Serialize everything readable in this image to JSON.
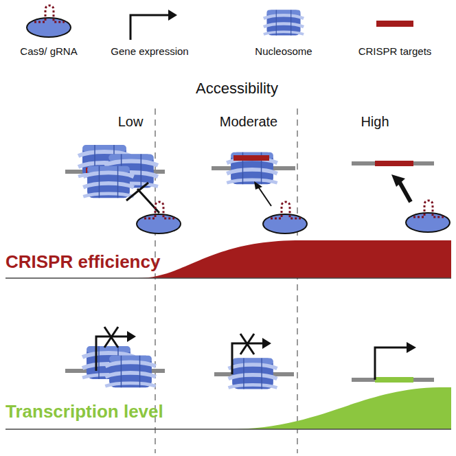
{
  "diagram": {
    "title": "Accessibility",
    "labels": [
      "Low",
      "Moderate",
      "High",
      "CRISPR efficiency",
      "Transcription level"
    ],
    "legend": [
      {
        "text": "Cas9/ gRNA"
      },
      {
        "text": "Gene expression"
      },
      {
        "text": "Nucleosome"
      },
      {
        "text": "CRISPR targets",
        "color": "#a31c1c"
      }
    ]
  }
}
